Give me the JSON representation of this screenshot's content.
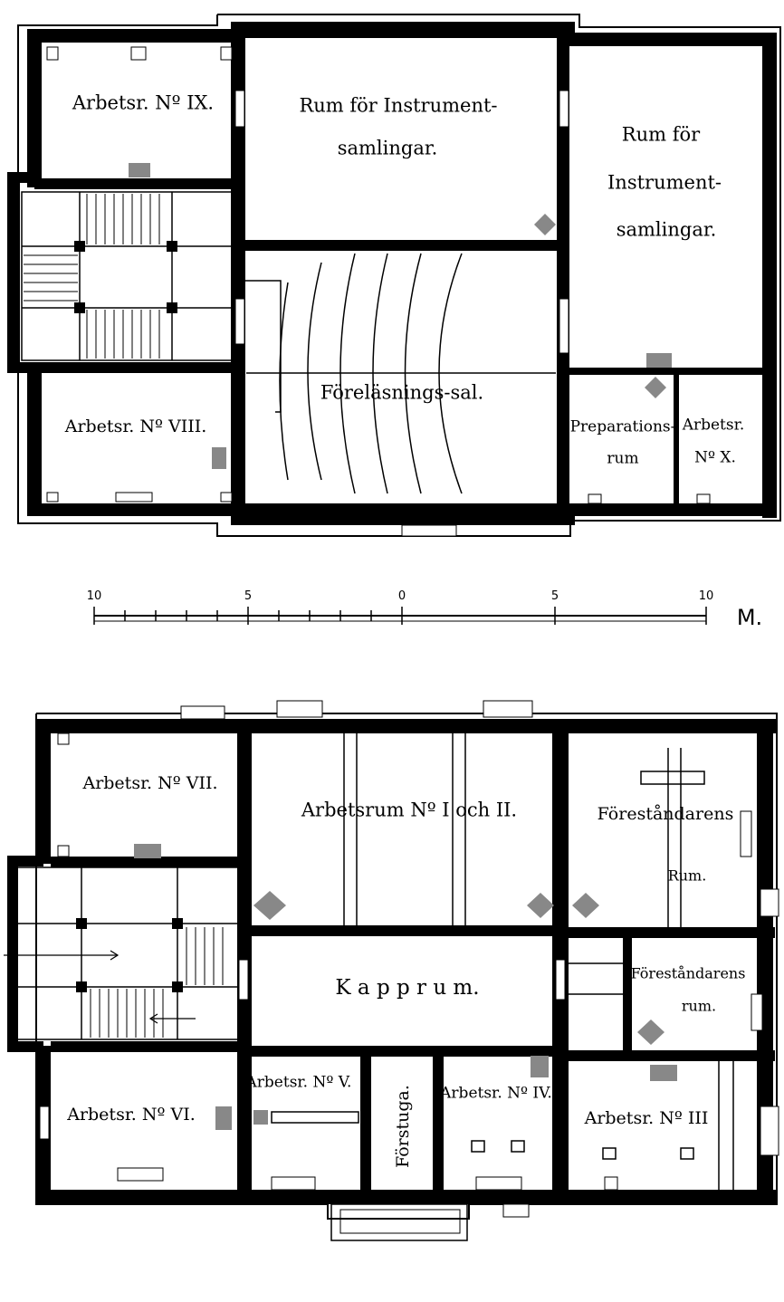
{
  "upper_floor": {
    "rooms": {
      "arbetsr_ix": "Arbetsr. Nº IX.",
      "instrument_1_line1": "Rum för Instrument-",
      "instrument_1_line2": "samlingar.",
      "instrument_2_line1": "Rum för",
      "instrument_2_line2": "Instrument-",
      "instrument_2_line3": "samlingar.",
      "forelasning": "Föreläsnings-sal.",
      "arbetsr_viii": "Arbetsr. Nº VIII.",
      "preparation_line1": "Preparations-",
      "preparation_line2": "rum",
      "arbetsr_x_line1": "Arbetsr.",
      "arbetsr_x_line2": "Nº X."
    }
  },
  "scale": {
    "ticks": [
      "10",
      "5",
      "0",
      "5",
      "10"
    ],
    "unit": "M."
  },
  "ground_floor": {
    "rooms": {
      "arbetsr_vii": "Arbetsr. Nº VII.",
      "arbetsrum_i_ii": "Arbetsrum Nº I och II.",
      "forestandarens_1_line1": "Föreståndarens",
      "forestandarens_1_line2": "Rum.",
      "kapprum": "K a p p r u m.",
      "forestandarens_2_line1": "Föreståndarens",
      "forestandarens_2_line2": "rum.",
      "arbetsr_vi": "Arbetsr. Nº VI.",
      "arbetsr_v": "Arbetsr. Nº V.",
      "forstuga": "Förstuga.",
      "arbetsr_iv": "Arbetsr. Nº IV.",
      "arbetsr_iii": "Arbetsr. Nº III"
    }
  }
}
